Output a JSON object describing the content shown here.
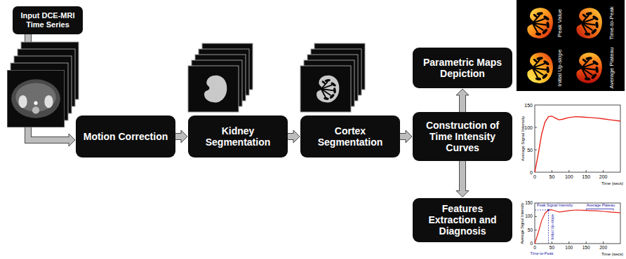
{
  "diagram": {
    "nodes": [
      {
        "text": [
          "Input DCE-MRI Time Series"
        ]
      },
      {
        "text": [
          "Motion Correction"
        ]
      },
      {
        "text": [
          "Kidney Segmentation"
        ]
      },
      {
        "text": [
          "Cortex Segmentation"
        ]
      },
      {
        "text": [
          "Parametric Maps Depiction"
        ]
      },
      {
        "text": [
          "Construction of Time Intensity Curves"
        ]
      },
      {
        "text": [
          "Features Extraction and Diagnosis"
        ]
      }
    ],
    "edges": [
      {
        "from": 0,
        "to": 1,
        "arrow": "to"
      },
      {
        "from": 1,
        "to": 2,
        "arrow": "to"
      },
      {
        "from": 2,
        "to": 3,
        "arrow": "to"
      },
      {
        "from": 3,
        "to": 5,
        "arrow": "to"
      },
      {
        "from": 5,
        "to": 4,
        "arrow": "to"
      },
      {
        "from": 5,
        "to": 6,
        "arrow": "to"
      }
    ],
    "labels": [
      "Peak Value",
      "Time-to-Peak",
      "Initial Up-slope",
      "Average Plateau",
      "150",
      "100",
      "50",
      "0",
      "0",
      "50",
      "100",
      "150",
      "200",
      "Average Signal Intensity",
      "Time (secs)",
      "150",
      "100",
      "50",
      "0",
      "0",
      "50",
      "100",
      "150",
      "200",
      "Average Signal Intensity",
      "Time (secs)",
      "Peak Signal Intensity",
      "Initial Up-slope",
      "Average Plateau",
      "Time-to-Peak"
    ]
  }
}
